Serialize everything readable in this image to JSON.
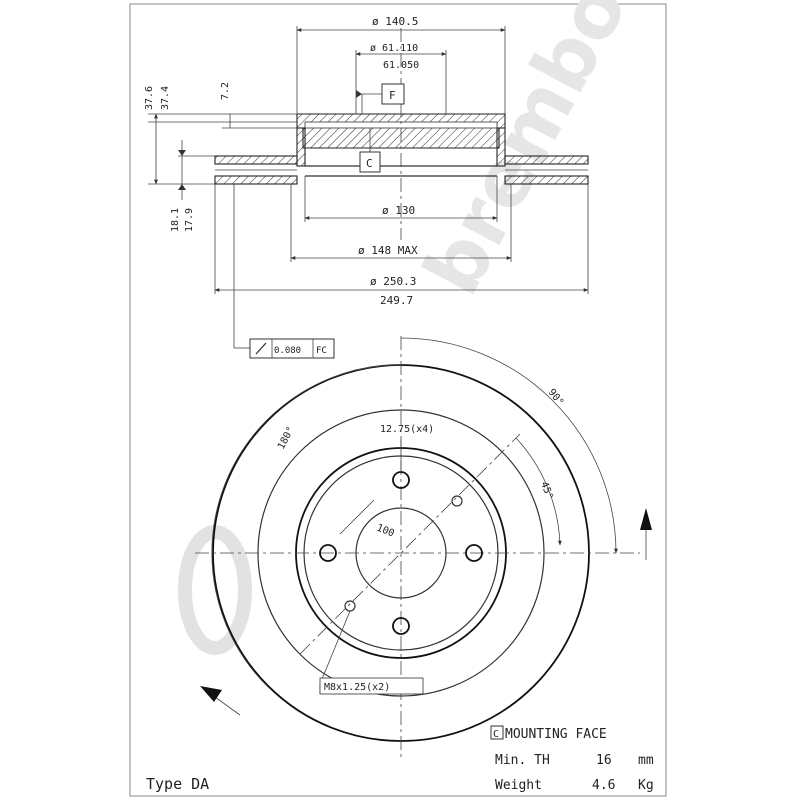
{
  "watermark": {
    "brand_text": "brembo",
    "brand_color": "#e0e0e0"
  },
  "dimensions": {
    "top_hat_diameter": "ø 140.5",
    "center_bore_max": "ø 61.110",
    "center_bore_min": "61.050",
    "overall_height_max": "37.6",
    "overall_height_min": "37.4",
    "hat_thickness": "7.2",
    "thickness_max": "18.1",
    "thickness_min": "17.9",
    "inner_diameter": "ø 130",
    "hub_max_diameter": "ø 148 MAX",
    "outer_diameter_max": "ø 250.3",
    "outer_diameter_min": "249.7",
    "datum_f": "F",
    "datum_c": "C",
    "tolerance_value": "0.080",
    "tolerance_ref": "FC",
    "angle_90": "90°",
    "angle_180": "180°",
    "angle_45": "45°",
    "stud_holes": "12.75(x4)",
    "pcd": "100",
    "thread": "M8x1.25(x2)"
  },
  "legend": {
    "mounting_symbol": "C",
    "mounting_face": "MOUNTING FACE",
    "min_th_label": "Min. TH",
    "min_th_value": "16",
    "min_th_unit": "mm",
    "weight_label": "Weight",
    "weight_value": "4.6",
    "weight_unit": "Kg"
  },
  "type_label": "Type DA",
  "colors": {
    "line": "#333333",
    "background": "#ffffff"
  }
}
